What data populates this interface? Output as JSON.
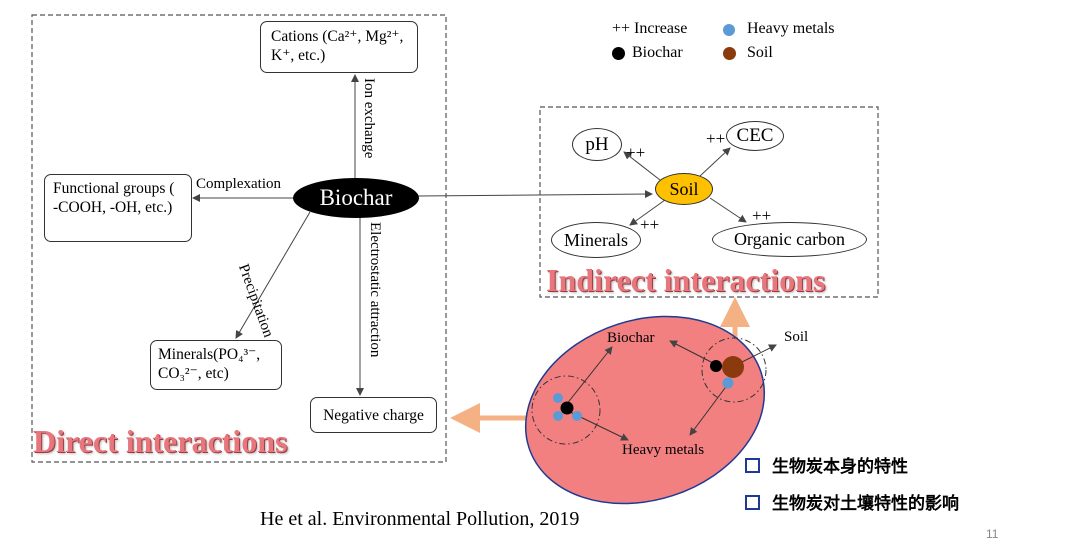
{
  "legend": {
    "increase": "++ Increase",
    "heavy_metals": "Heavy metals",
    "biochar": "Biochar",
    "soil": "Soil",
    "colors": {
      "heavy_metals": "#5b9bd5",
      "biochar": "#000000",
      "soil": "#8b3a0e"
    }
  },
  "direct": {
    "title": "Direct interactions",
    "center": "Biochar",
    "cations": "Cations (Ca²⁺, Mg²⁺, K⁺, etc.)",
    "functional_groups": "Functional groups ( -COOH, -OH, etc.)",
    "minerals": "Minerals(PO₄³⁻, CO₃²⁻, etc)",
    "negative_charge": "Negative charge",
    "ion_exchange": "Ion exchange",
    "complexation": "Complexation",
    "precipitation": "Precipitation",
    "electrostatic": "Electrostatic attraction"
  },
  "indirect": {
    "title": "Indirect interactions",
    "center": "Soil",
    "ph": "pH",
    "cec": "CEC",
    "minerals": "Minerals",
    "organic_carbon": "Organic carbon",
    "plus": "++"
  },
  "mechanism": {
    "biochar": "Biochar",
    "soil": "Soil",
    "heavy_metals": "Heavy metals"
  },
  "bullets": [
    "生物炭本身的特性",
    "生物炭对土壤特性的影响"
  ],
  "citation": "He  et al. Environmental Pollution, 2019",
  "page_number": "11"
}
